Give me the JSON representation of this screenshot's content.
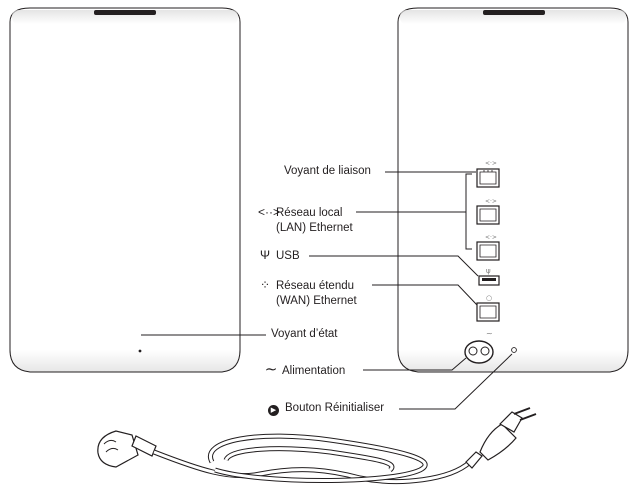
{
  "labels": {
    "link_light": "Voyant de liaison",
    "lan_line1": "Réseau local",
    "lan_line2": "(LAN) Ethernet",
    "usb": "USB",
    "wan_line1": "Réseau étendu",
    "wan_line2": "(WAN) Ethernet",
    "status_light": "Voyant d’état",
    "power": "Alimentation",
    "reset": "Bouton Réinitialiser"
  },
  "icons": {
    "lan": "lan-arrows-icon",
    "usb": "usb-trident-icon",
    "wan": "wan-dotted-circle-icon",
    "power": "power-tilde-icon",
    "reset": "reset-button-icon"
  }
}
